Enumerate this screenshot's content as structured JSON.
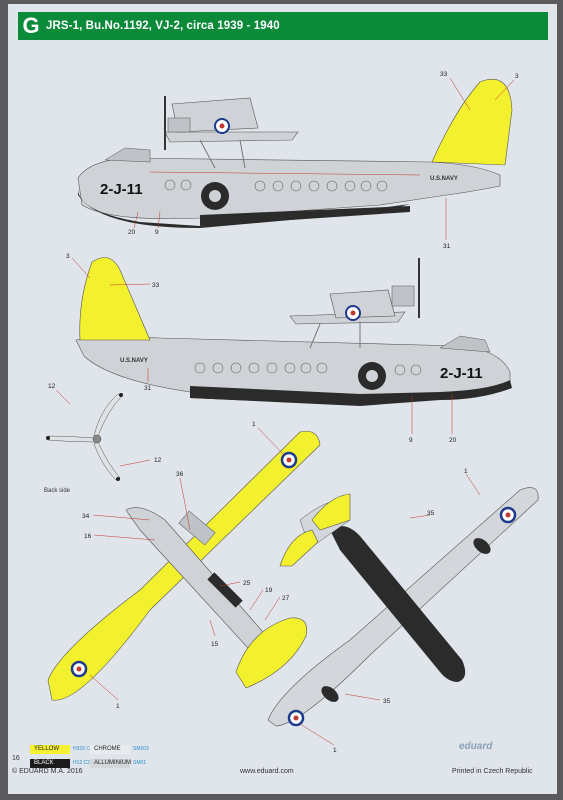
{
  "header": {
    "badge": "G",
    "title": "JRS-1, Bu.No.1192, VJ-2, circa 1939 - 1940"
  },
  "markings": {
    "side_code": "2-J-11",
    "navy_text": "U.S.NAVY"
  },
  "labels": {
    "n1": "1",
    "n3": "3",
    "n9": "9",
    "n12": "12",
    "n15": "15",
    "n16": "16",
    "n19": "19",
    "n20": "20",
    "n25": "25",
    "n27": "27",
    "n31": "31",
    "n33": "33",
    "n34": "34",
    "n35": "35",
    "n36": "36",
    "back_side": "Back side"
  },
  "legend": [
    {
      "name": "YELLOW",
      "codes": "H329 C329",
      "color": "#f4f032",
      "text_color": "#222222"
    },
    {
      "name": "CHROME",
      "codes": "SM203",
      "color": "#e9ebed",
      "text_color": "#222222"
    },
    {
      "name": "BLACK",
      "codes": "H12 C2",
      "color": "#1c1c1c",
      "text_color": "#ffffff"
    },
    {
      "name": "ALLUMINIUM",
      "codes": "SM01",
      "color": "#d3d6da",
      "text_color": "#222222"
    }
  ],
  "footer": {
    "page": "16",
    "copyright": "© EDUARD M.A. 2016",
    "website": "www.eduard.com",
    "printed": "Printed in Czech Republic",
    "logo": "eduard"
  },
  "colors": {
    "yellow": "#f3f02e",
    "aluminium": "#cfd2d6",
    "black": "#2b2b2b",
    "green": "#0b8a3a",
    "leader": "#c0392b",
    "code_blue": "#2a8fd1"
  }
}
